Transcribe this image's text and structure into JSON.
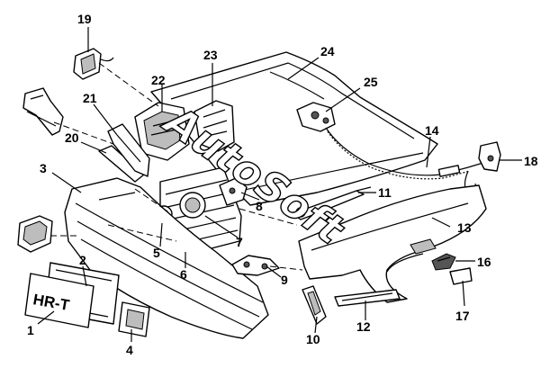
{
  "watermark": "AutoSoft",
  "plate_text": "HR-T",
  "callouts": [
    {
      "id": "1",
      "label": "1"
    },
    {
      "id": "2",
      "label": "2"
    },
    {
      "id": "3",
      "label": "3"
    },
    {
      "id": "4",
      "label": "4"
    },
    {
      "id": "5",
      "label": "5"
    },
    {
      "id": "6",
      "label": "6"
    },
    {
      "id": "7",
      "label": "7"
    },
    {
      "id": "8",
      "label": "8"
    },
    {
      "id": "9",
      "label": "9"
    },
    {
      "id": "10",
      "label": "10"
    },
    {
      "id": "11",
      "label": "11"
    },
    {
      "id": "12",
      "label": "12"
    },
    {
      "id": "13",
      "label": "13"
    },
    {
      "id": "14",
      "label": "14"
    },
    {
      "id": "16",
      "label": "16"
    },
    {
      "id": "17",
      "label": "17"
    },
    {
      "id": "18",
      "label": "18"
    },
    {
      "id": "19",
      "label": "19"
    },
    {
      "id": "20",
      "label": "20"
    },
    {
      "id": "21",
      "label": "21"
    },
    {
      "id": "22",
      "label": "22"
    },
    {
      "id": "23",
      "label": "23"
    },
    {
      "id": "24",
      "label": "24"
    },
    {
      "id": "25",
      "label": "25"
    }
  ]
}
